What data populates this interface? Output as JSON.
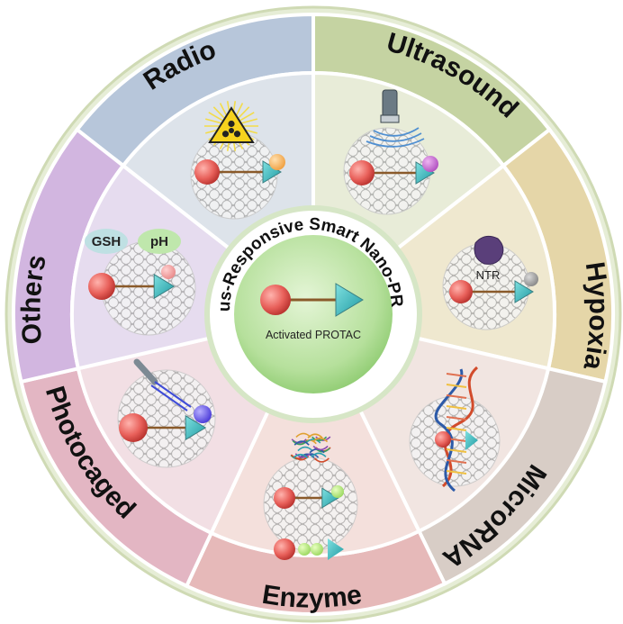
{
  "center": {
    "ring_title": "Stimulus-Responsive Smart Nano-PROTACs",
    "label": "Activated PROTAC"
  },
  "segments": [
    {
      "id": "radio",
      "label": "Radio",
      "band_color": "#b7c6da",
      "fill_color": "#dde3ea"
    },
    {
      "id": "ultrasound",
      "label": "Ultrasound",
      "band_color": "#c5d3a2",
      "fill_color": "#e8ecd8"
    },
    {
      "id": "hypoxia",
      "label": "Hypoxia",
      "band_color": "#e5d6a8",
      "fill_color": "#efe8cf"
    },
    {
      "id": "microrna",
      "label": "MicroRNA",
      "band_color": "#d8cdc6",
      "fill_color": "#f1e5e1"
    },
    {
      "id": "enzyme",
      "label": "Enzyme",
      "band_color": "#e6b9b9",
      "fill_color": "#f4e0dc"
    },
    {
      "id": "photocaged",
      "label": "Photocaged",
      "band_color": "#e3b6c3",
      "fill_color": "#f2dfe4"
    },
    {
      "id": "others",
      "label": "Others",
      "band_color": "#d2b6e0",
      "fill_color": "#e6dcef"
    }
  ],
  "labels": {
    "gsh": "GSH",
    "ph": "pH",
    "ntr": "NTR"
  },
  "icons": {
    "radio": "radiation-hazard-icon",
    "ultrasound": "ultrasound-transducer-icon",
    "hypoxia": "enzyme-blob-icon",
    "microrna": "dna-helix-icon",
    "enzyme": "protein-tangle-icon",
    "photocaged": "laser-fiber-icon"
  }
}
